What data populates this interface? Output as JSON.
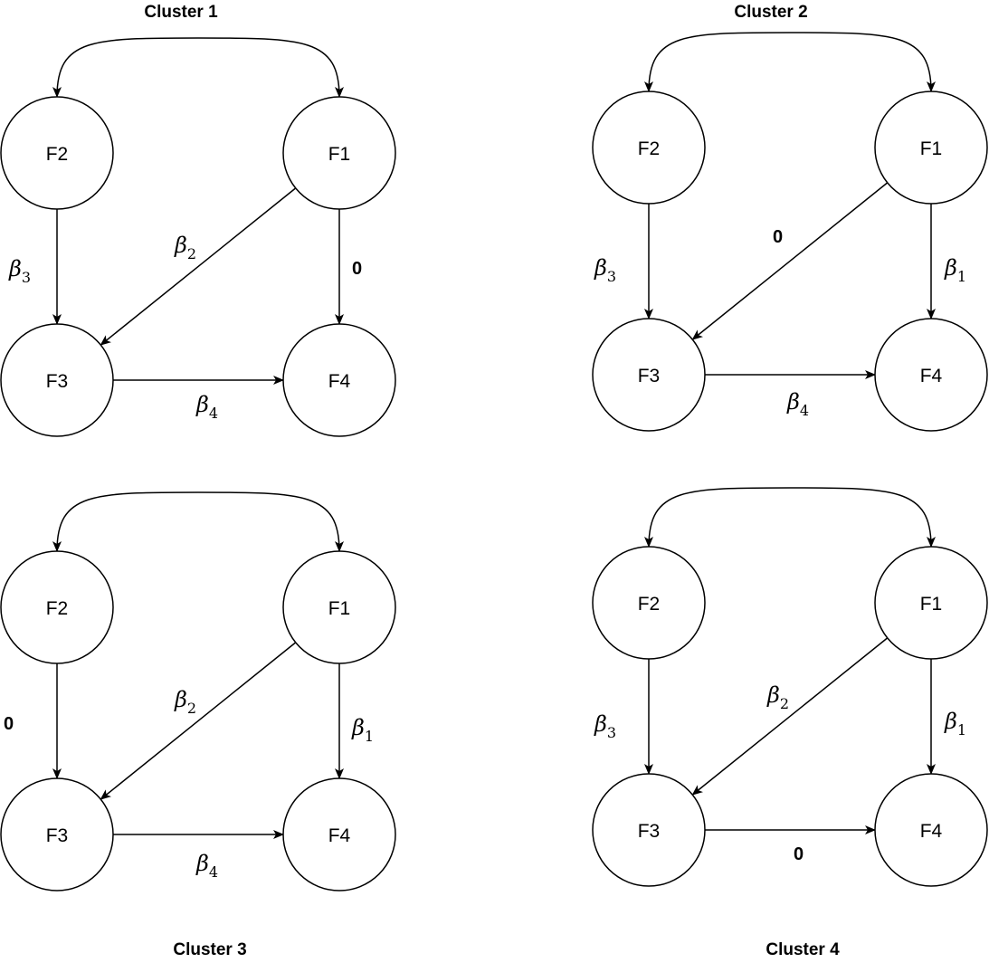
{
  "clusters": [
    {
      "title": "Cluster 1",
      "nodes": [
        "F2",
        "F1",
        "F3",
        "F4"
      ],
      "edge_labels": {
        "f2_f3": {
          "symbol": "β",
          "sub": "3"
        },
        "f1_f3": {
          "symbol": "β",
          "sub": "2"
        },
        "f1_f4": {
          "symbol": "0",
          "sub": ""
        },
        "f3_f4": {
          "symbol": "β",
          "sub": "4"
        }
      }
    },
    {
      "title": "Cluster 2",
      "nodes": [
        "F2",
        "F1",
        "F3",
        "F4"
      ],
      "edge_labels": {
        "f2_f3": {
          "symbol": "β",
          "sub": "3"
        },
        "f1_f3": {
          "symbol": "0",
          "sub": ""
        },
        "f1_f4": {
          "symbol": "β",
          "sub": "1"
        },
        "f3_f4": {
          "symbol": "β",
          "sub": "4"
        }
      }
    },
    {
      "title": "Cluster 3",
      "nodes": [
        "F2",
        "F1",
        "F3",
        "F4"
      ],
      "edge_labels": {
        "f2_f3": {
          "symbol": "0",
          "sub": ""
        },
        "f1_f3": {
          "symbol": "β",
          "sub": "2"
        },
        "f1_f4": {
          "symbol": "β",
          "sub": "1"
        },
        "f3_f4": {
          "symbol": "β",
          "sub": "4"
        }
      }
    },
    {
      "title": "Cluster 4",
      "nodes": [
        "F2",
        "F1",
        "F3",
        "F4"
      ],
      "edge_labels": {
        "f2_f3": {
          "symbol": "β",
          "sub": "3"
        },
        "f1_f3": {
          "symbol": "β",
          "sub": "2"
        },
        "f1_f4": {
          "symbol": "β",
          "sub": "1"
        },
        "f3_f4": {
          "symbol": "0",
          "sub": ""
        }
      }
    }
  ]
}
